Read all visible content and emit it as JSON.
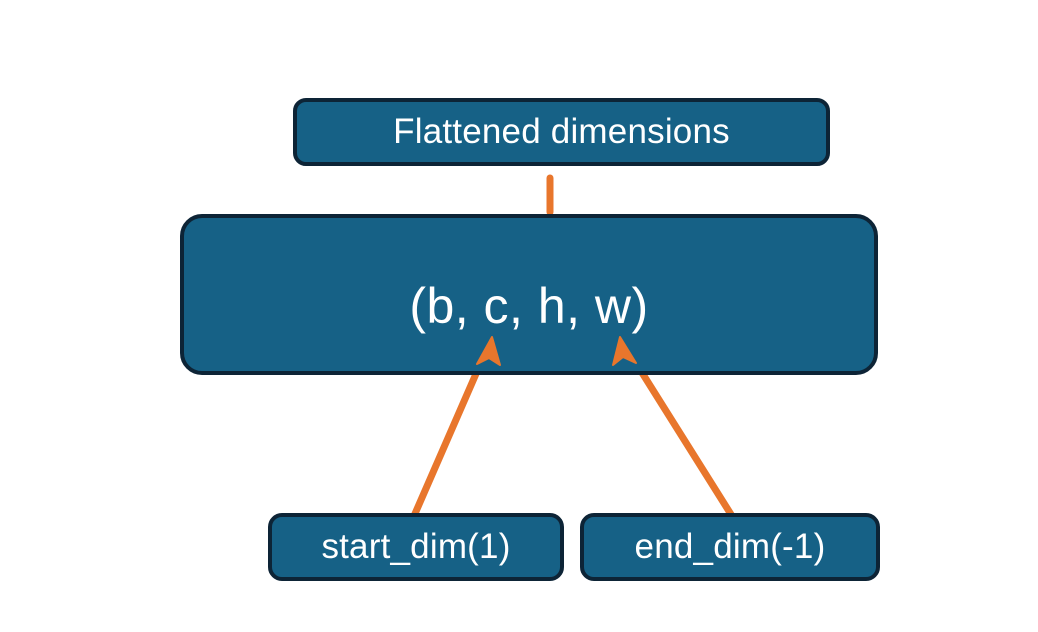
{
  "diagram": {
    "type": "flowchart",
    "title_text": "Flattened dimensions",
    "background_color": "#ffffff",
    "node_fill_color": "#166186",
    "node_border_color": "#0d2436",
    "node_text_color": "#ffffff",
    "connector_color": "#e8762c",
    "nodes": [
      {
        "id": "flattened",
        "label": "Flattened dimensions",
        "role": "caption-box"
      },
      {
        "id": "tuple",
        "label": "(b, c, h, w)",
        "role": "shape-tuple-box"
      },
      {
        "id": "start_dim",
        "label": "start_dim(1)",
        "role": "argument-box"
      },
      {
        "id": "end_dim",
        "label": "end_dim(-1)",
        "role": "argument-box"
      }
    ],
    "connectors": [
      {
        "id": "brace",
        "kind": "curly-brace",
        "from": "tuple-span-c-h-w",
        "to": "flattened",
        "color": "#e8762c"
      },
      {
        "id": "arrow-start-dim",
        "kind": "arrow",
        "from": "start_dim",
        "to": "tuple-element-c",
        "color": "#e8762c"
      },
      {
        "id": "arrow-end-dim",
        "kind": "arrow",
        "from": "end_dim",
        "to": "tuple-element-w",
        "color": "#e8762c"
      }
    ]
  }
}
